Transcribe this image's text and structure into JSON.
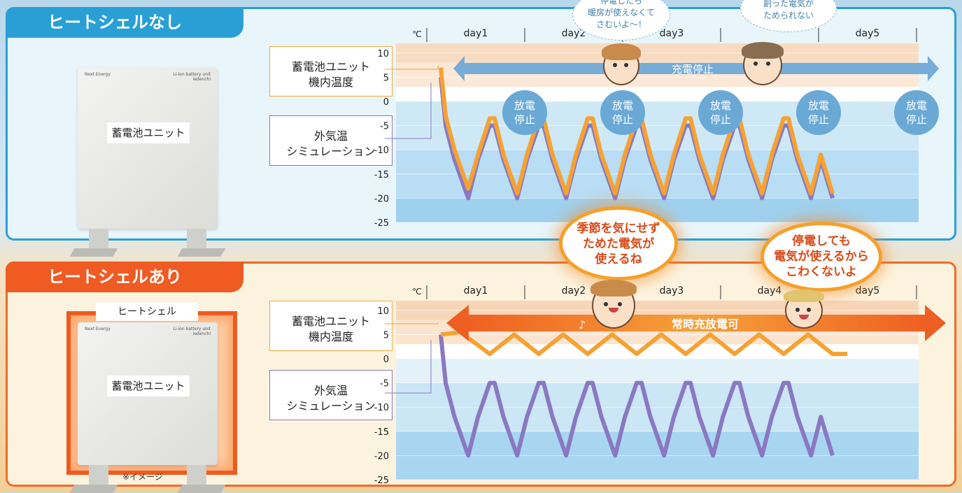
{
  "top": {
    "title": "ヒートシェルなし",
    "unit_label": "蓄電池ユニット",
    "brand_left": "Next Energy",
    "brand_right_1": "Li-ion battery unit",
    "brand_right_2": "iedenchi",
    "legend_internal_1": "蓄電池ユニット",
    "legend_internal_2": "機内温度",
    "legend_outdoor_1": "外気温",
    "legend_outdoor_2": "シミュレーション",
    "arrow_label": "充電停止",
    "discharge_stop_1": "放電",
    "discharge_stop_2": "停止",
    "bubble1": [
      "停電したら",
      "暖房が使えなくて",
      "さむいよ〜！"
    ],
    "bubble2": [
      "創った電気が",
      "ためられない"
    ]
  },
  "bottom": {
    "title": "ヒートシェルあり",
    "shell_label": "ヒートシェル",
    "unit_label": "蓄電池ユニット",
    "brand_left": "Next Energy",
    "brand_right_1": "Li-ion battery unit",
    "brand_right_2": "iedenchi",
    "note": "※イメージ",
    "legend_internal_1": "蓄電池ユニット",
    "legend_internal_2": "機内温度",
    "legend_outdoor_1": "外気温",
    "legend_outdoor_2": "シミュレーション",
    "arrow_label": "常時充放電可",
    "bubble1": [
      "季節を気にせず",
      "ためた電気が",
      "使えるね"
    ],
    "bubble2": [
      "停電しても",
      "電気が使えるから",
      "こわくないよ"
    ]
  },
  "colors": {
    "internal": "#f5a233",
    "outdoor": "#8a78c2",
    "top_accent": "#2a9fd6",
    "bottom_accent": "#ef5b22"
  },
  "chart_data": [
    {
      "type": "line",
      "unit_label": "℃",
      "categories": [
        "day1",
        "day2",
        "day3",
        "day4",
        "day5"
      ],
      "top_categories_visible": [
        "day1",
        "day2",
        "day3",
        "",
        "day5"
      ],
      "yticks": [
        10,
        5,
        0,
        -5,
        -10,
        -15,
        -20,
        -25
      ],
      "ylim": [
        -25,
        12
      ],
      "x": [
        0,
        0.05,
        0.14,
        0.28,
        0.38,
        0.5,
        0.55,
        0.64,
        0.78,
        0.88,
        1.0,
        1.05,
        1.14,
        1.28,
        1.38,
        1.5,
        1.55,
        1.64,
        1.78,
        1.88,
        2.0,
        2.05,
        2.14,
        2.28,
        2.38,
        2.5,
        2.55,
        2.64,
        2.78,
        2.88,
        3.0,
        3.05,
        3.14,
        3.28,
        3.38,
        3.5,
        3.55,
        3.64,
        3.78,
        3.88,
        4.0
      ],
      "series": [
        {
          "values": [
            7,
            -3,
            -10,
            -18,
            -11,
            -3.5,
            -3.5,
            -11,
            -19,
            -11,
            -3.5,
            -3.5,
            -11,
            -19,
            -11,
            -3.5,
            -3.5,
            -11,
            -19,
            -11,
            -3.5,
            -3.5,
            -11,
            -19,
            -11,
            -3.5,
            -3.5,
            -11,
            -19,
            -11,
            -3.5,
            -3.5,
            -11,
            -19,
            -11,
            -3.5,
            -3.5,
            -11,
            -19,
            -11,
            -19
          ]
        },
        {
          "values": [
            5,
            -5,
            -12,
            -20,
            -12,
            -5,
            -5,
            -12,
            -20,
            -12,
            -5,
            -5,
            -12,
            -20,
            -12,
            -5,
            -5,
            -12,
            -20,
            -12,
            -5,
            -5,
            -12,
            -20,
            -12,
            -5,
            -5,
            -12,
            -20,
            -12,
            -5,
            -5,
            -12,
            -20,
            -12,
            -5,
            -5,
            -12,
            -20,
            -12,
            -20
          ]
        }
      ]
    },
    {
      "type": "line",
      "unit_label": "℃",
      "categories": [
        "day1",
        "day2",
        "day3",
        "day4",
        "day5"
      ],
      "yticks": [
        10,
        5,
        0,
        -5,
        -10,
        -15,
        -20,
        -25
      ],
      "ylim": [
        -25,
        12
      ],
      "x_internal": [
        0,
        0.2,
        0.5,
        0.75,
        1.0,
        1.25,
        1.5,
        1.75,
        2.0,
        2.25,
        2.5,
        2.75,
        3.0,
        3.25,
        3.5,
        3.75,
        4.0,
        4.15
      ],
      "internal": [
        5,
        5.5,
        1,
        5,
        1,
        5,
        1,
        5,
        1,
        5,
        1,
        5,
        1,
        5,
        1,
        5,
        1,
        1
      ],
      "x": [
        0,
        0.05,
        0.14,
        0.28,
        0.38,
        0.5,
        0.55,
        0.64,
        0.78,
        0.88,
        1.0,
        1.05,
        1.14,
        1.28,
        1.38,
        1.5,
        1.55,
        1.64,
        1.78,
        1.88,
        2.0,
        2.05,
        2.14,
        2.28,
        2.38,
        2.5,
        2.55,
        2.64,
        2.78,
        2.88,
        3.0,
        3.05,
        3.14,
        3.28,
        3.38,
        3.5,
        3.55,
        3.64,
        3.78,
        3.88,
        4.0
      ],
      "outdoor": [
        5,
        -5,
        -12,
        -20,
        -12,
        -5,
        -5,
        -12,
        -20,
        -12,
        -5,
        -5,
        -12,
        -20,
        -12,
        -5,
        -5,
        -12,
        -20,
        -12,
        -5,
        -5,
        -12,
        -20,
        -12,
        -5,
        -5,
        -12,
        -20,
        -12,
        -5,
        -5,
        -12,
        -20,
        -12,
        -5,
        -5,
        -12,
        -20,
        -12,
        -20
      ]
    }
  ]
}
